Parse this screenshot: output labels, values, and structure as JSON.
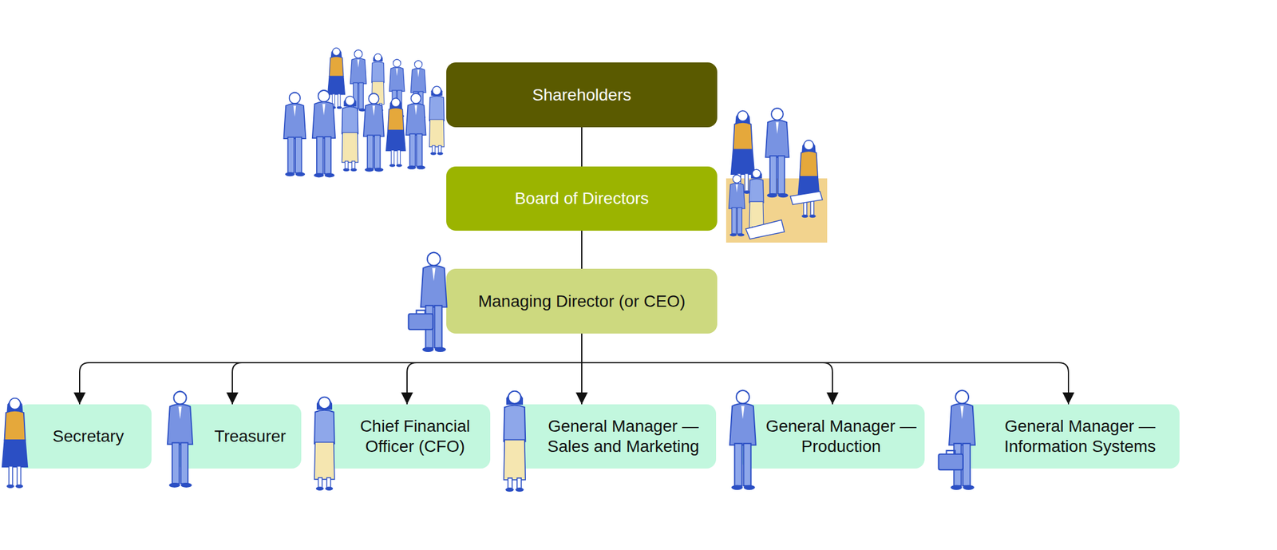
{
  "diagram": {
    "nodes": [
      {
        "text": [
          "Shareholders"
        ]
      },
      {
        "text": [
          "Board of Directors"
        ]
      },
      {
        "text": [
          "Managing Director (or CEO)"
        ]
      },
      {
        "text": [
          "Secretary"
        ]
      },
      {
        "text": [
          "Treasurer"
        ]
      },
      {
        "text": [
          "Chief Financial Officer (CFO)"
        ]
      },
      {
        "text": [
          "General Manager — Sales and Marketing"
        ]
      },
      {
        "text": [
          "General Manager — Production"
        ]
      },
      {
        "text": [
          "General Manager — Information Systems"
        ]
      }
    ],
    "edges": [
      {
        "from": 0,
        "to": 1,
        "arrow": "none"
      },
      {
        "from": 1,
        "to": 2,
        "arrow": "none"
      },
      {
        "from": 2,
        "to": 3,
        "arrow": "to"
      },
      {
        "from": 2,
        "to": 4,
        "arrow": "to"
      },
      {
        "from": 2,
        "to": 5,
        "arrow": "to"
      },
      {
        "from": 2,
        "to": 6,
        "arrow": "to"
      },
      {
        "from": 2,
        "to": 7,
        "arrow": "to"
      },
      {
        "from": 2,
        "to": 8,
        "arrow": "to"
      }
    ]
  }
}
